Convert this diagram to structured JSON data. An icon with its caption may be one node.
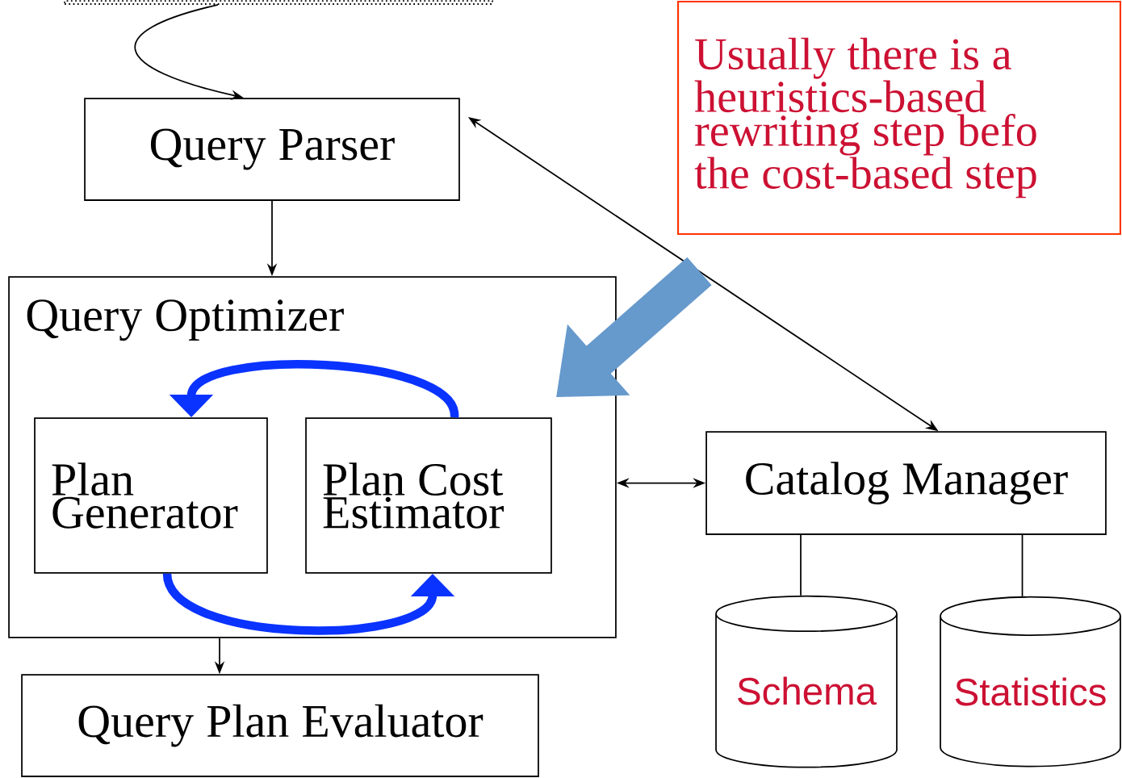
{
  "diagram": {
    "nodes": [
      {
        "text": [],
        "shape": "box"
      },
      {
        "text": [
          "Query Parser"
        ]
      },
      {
        "text": [
          "Query Optimizer"
        ]
      },
      {
        "text": [
          "Plan Generator"
        ],
        "in": 2
      },
      {
        "text": [
          "Plan Cost Estimator"
        ],
        "in": 2
      },
      {
        "text": [
          "Query Plan Evaluator"
        ]
      },
      {
        "text": [
          "Catalog Manager"
        ]
      },
      {
        "text": [
          "Schema"
        ]
      },
      {
        "text": [
          "Statistics"
        ]
      },
      {
        "text": [
          "Usually there is a heuristics-based rewriting step befo the cost-based step"
        ]
      }
    ],
    "edges": [
      {
        "from": 0,
        "to": 1,
        "arrow": "to"
      },
      {
        "from": 1,
        "to": 2,
        "arrow": "to"
      },
      {
        "from": 1,
        "to": 6,
        "arrow": "both"
      },
      {
        "from": 2,
        "to": 6,
        "arrow": "both"
      },
      {
        "from": 2,
        "to": 5,
        "arrow": "to"
      },
      {
        "from": 6,
        "to": 7,
        "arrow": "none"
      },
      {
        "from": 6,
        "to": 8,
        "arrow": "none"
      },
      {
        "from": 4,
        "to": 3,
        "arrow": "to",
        "style": "thick",
        "color": "#0a33ff"
      },
      {
        "from": 3,
        "to": 4,
        "arrow": "to",
        "style": "thick",
        "color": "#0a33ff"
      },
      {
        "from": 9,
        "to": 4,
        "arrow": "to",
        "style": "thick",
        "color": "#6699cc"
      }
    ]
  }
}
